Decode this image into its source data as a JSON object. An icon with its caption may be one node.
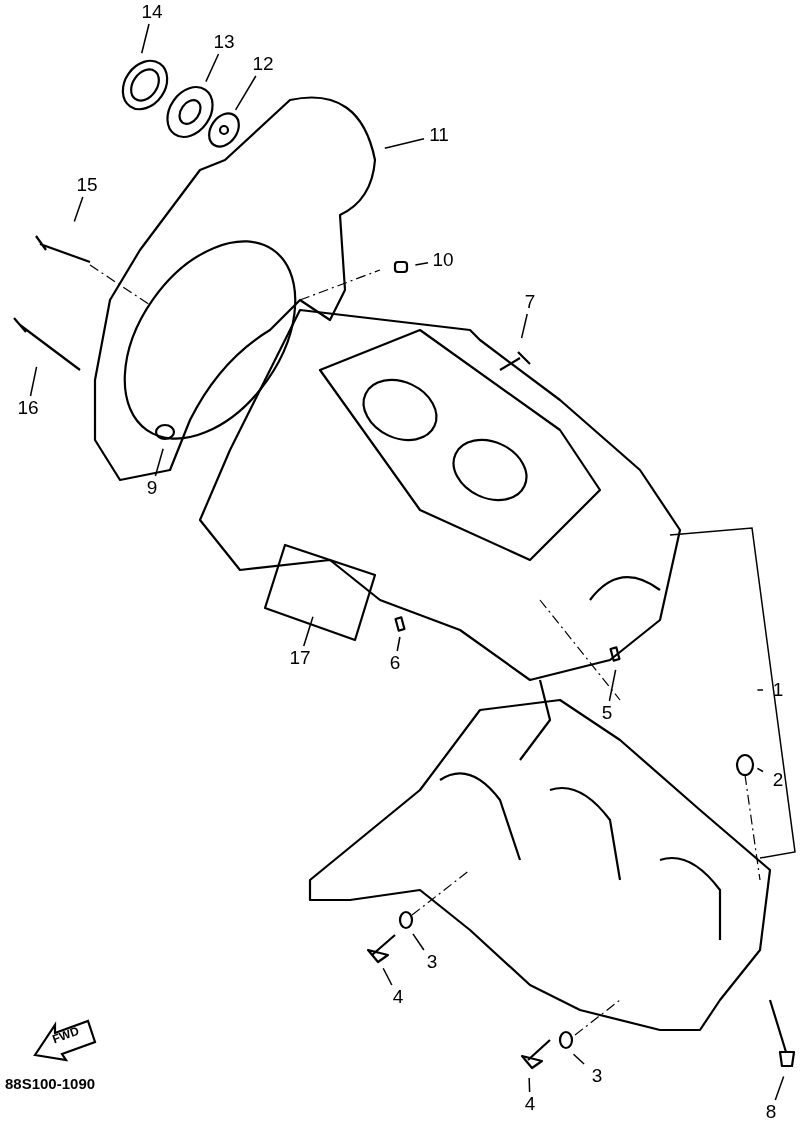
{
  "diagram": {
    "nodes": [
      {
        "text": [
          "14"
        ]
      },
      {
        "text": [
          "13"
        ]
      },
      {
        "text": [
          "12"
        ]
      },
      {
        "text": [
          "11"
        ]
      },
      {
        "text": [
          "15"
        ]
      },
      {
        "text": [
          "10"
        ]
      },
      {
        "text": [
          "7"
        ]
      },
      {
        "text": [
          "16"
        ]
      },
      {
        "text": [
          "9"
        ]
      },
      {
        "text": [
          "17"
        ]
      },
      {
        "text": [
          "6"
        ]
      },
      {
        "text": [
          "5"
        ]
      },
      {
        "text": [
          "1"
        ]
      },
      {
        "text": [
          "2"
        ]
      },
      {
        "text": [
          "3"
        ]
      },
      {
        "text": [
          "4"
        ]
      },
      {
        "text": [
          "3"
        ]
      },
      {
        "text": [
          "4"
        ]
      },
      {
        "text": [
          "8"
        ]
      }
    ],
    "edges": [
      {
        "from": 0,
        "to": null,
        "arrow": "none"
      },
      {
        "from": 1,
        "to": null,
        "arrow": "none"
      },
      {
        "from": 2,
        "to": null,
        "arrow": "none"
      },
      {
        "from": 3,
        "to": null,
        "arrow": "none"
      },
      {
        "from": 4,
        "to": null,
        "arrow": "none"
      },
      {
        "from": 5,
        "to": null,
        "arrow": "none"
      },
      {
        "from": 6,
        "to": null,
        "arrow": "none"
      },
      {
        "from": 7,
        "to": null,
        "arrow": "none"
      },
      {
        "from": 8,
        "to": null,
        "arrow": "none"
      },
      {
        "from": 9,
        "to": null,
        "arrow": "none"
      },
      {
        "from": 10,
        "to": null,
        "arrow": "none"
      },
      {
        "from": 11,
        "to": null,
        "arrow": "none"
      },
      {
        "from": 12,
        "to": null,
        "arrow": "none"
      },
      {
        "from": 13,
        "to": null,
        "arrow": "none"
      },
      {
        "from": 14,
        "to": null,
        "arrow": "none"
      },
      {
        "from": 15,
        "to": null,
        "arrow": "none"
      },
      {
        "from": 16,
        "to": null,
        "arrow": "none"
      },
      {
        "from": 17,
        "to": null,
        "arrow": "none"
      },
      {
        "from": 18,
        "to": null,
        "arrow": "none"
      }
    ],
    "labels": [
      "FWD",
      "88S100-1090"
    ]
  }
}
